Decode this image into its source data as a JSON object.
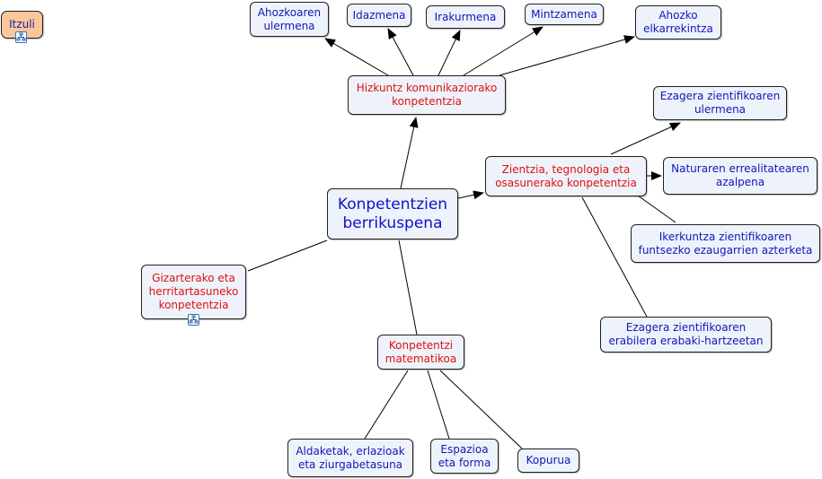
{
  "map": {
    "back": "Itzuli",
    "center": "Konpetentzien\nberrikuspena",
    "hizkuntz": "Hizkuntz komunikaziorako\nkonpetentzia",
    "ahozkoaren": "Ahozkoaren\nulermena",
    "idazmena": "Idazmena",
    "irakurmena": "Irakurmena",
    "mintzamena": "Mintzamena",
    "ahozko": "Ahozko\nelkarrekintza",
    "zientzia": "Zientzia, tegnologia eta\nosasunerako konpetentzia",
    "ezagera_ulermena": "Ezagera zientifikoaren\nulermena",
    "naturaren": "Naturaren errealitatearen\nazalpena",
    "ikerkuntza": "Ikerkuntza zientifikoaren\nfuntsezko ezaugarrien azterketa",
    "ezagera_erabilera": "Ezagera zientifikoaren\nerabilera erabaki-hartzeetan",
    "gizarterako": "Gizarterako eta\nherritartasuneko\nkonpetentzia",
    "matematikoa": "Konpetentzi\nmatematikoa",
    "aldaketak": "Aldaketak, erlazioak\neta ziurgabetasuna",
    "espazioa": "Espazioa\neta forma",
    "kopurua": "Kopurua"
  }
}
